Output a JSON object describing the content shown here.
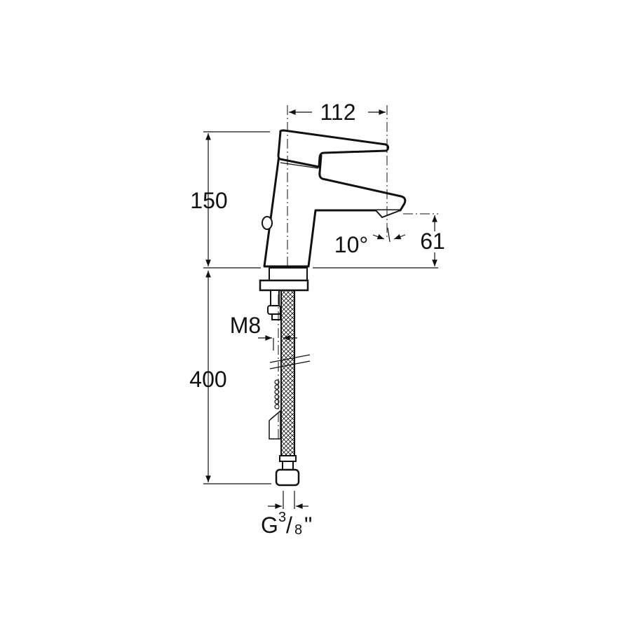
{
  "drawing": {
    "title": "Faucet dimension drawing",
    "dimensions": {
      "width_top": "112",
      "height_body": "150",
      "spout_height": "61",
      "spout_angle": "10°",
      "hose_length": "400",
      "rod_thread": "M8",
      "connection_thread_prefix": "G",
      "connection_thread_num": "3",
      "connection_thread_sep": "/",
      "connection_thread_den": "8",
      "connection_thread_unit": "\""
    }
  }
}
